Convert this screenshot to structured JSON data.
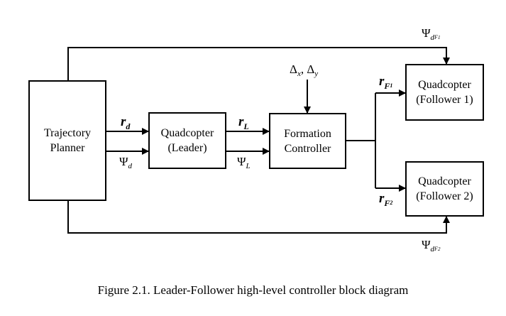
{
  "blocks": {
    "trajectory_planner": [
      "Trajectory",
      "Planner"
    ],
    "leader": [
      "Quadcopter",
      "(Leader)"
    ],
    "formation": [
      "Formation",
      "Controller"
    ],
    "follower1": [
      "Quadcopter",
      "(Follower 1)"
    ],
    "follower2": [
      "Quadcopter",
      "(Follower 2)"
    ]
  },
  "signals": {
    "r_d": {
      "base": "r",
      "sub": "d"
    },
    "psi_d": {
      "base": "Ψ",
      "sub": "d"
    },
    "r_L": {
      "base": "r",
      "sub": "L"
    },
    "psi_L": {
      "base": "Ψ",
      "sub": "L"
    },
    "delta": {
      "dx_base": "Δ",
      "dx_sub": "x",
      "sep": ", ",
      "dy_base": "Δ",
      "dy_sub": "y"
    },
    "r_F1": {
      "base": "r",
      "sub": "F",
      "subsub": "1"
    },
    "r_F2": {
      "base": "r",
      "sub": "F",
      "subsub": "2"
    },
    "psi_dF1": {
      "base": "Ψ",
      "sub": "d",
      "subsub": "F",
      "subsubsub": "1"
    },
    "psi_dF2": {
      "base": "Ψ",
      "sub": "d",
      "subsub": "F",
      "subsubsub": "2"
    }
  },
  "caption": "Figure 2.1. Leader-Follower high-level controller block diagram"
}
